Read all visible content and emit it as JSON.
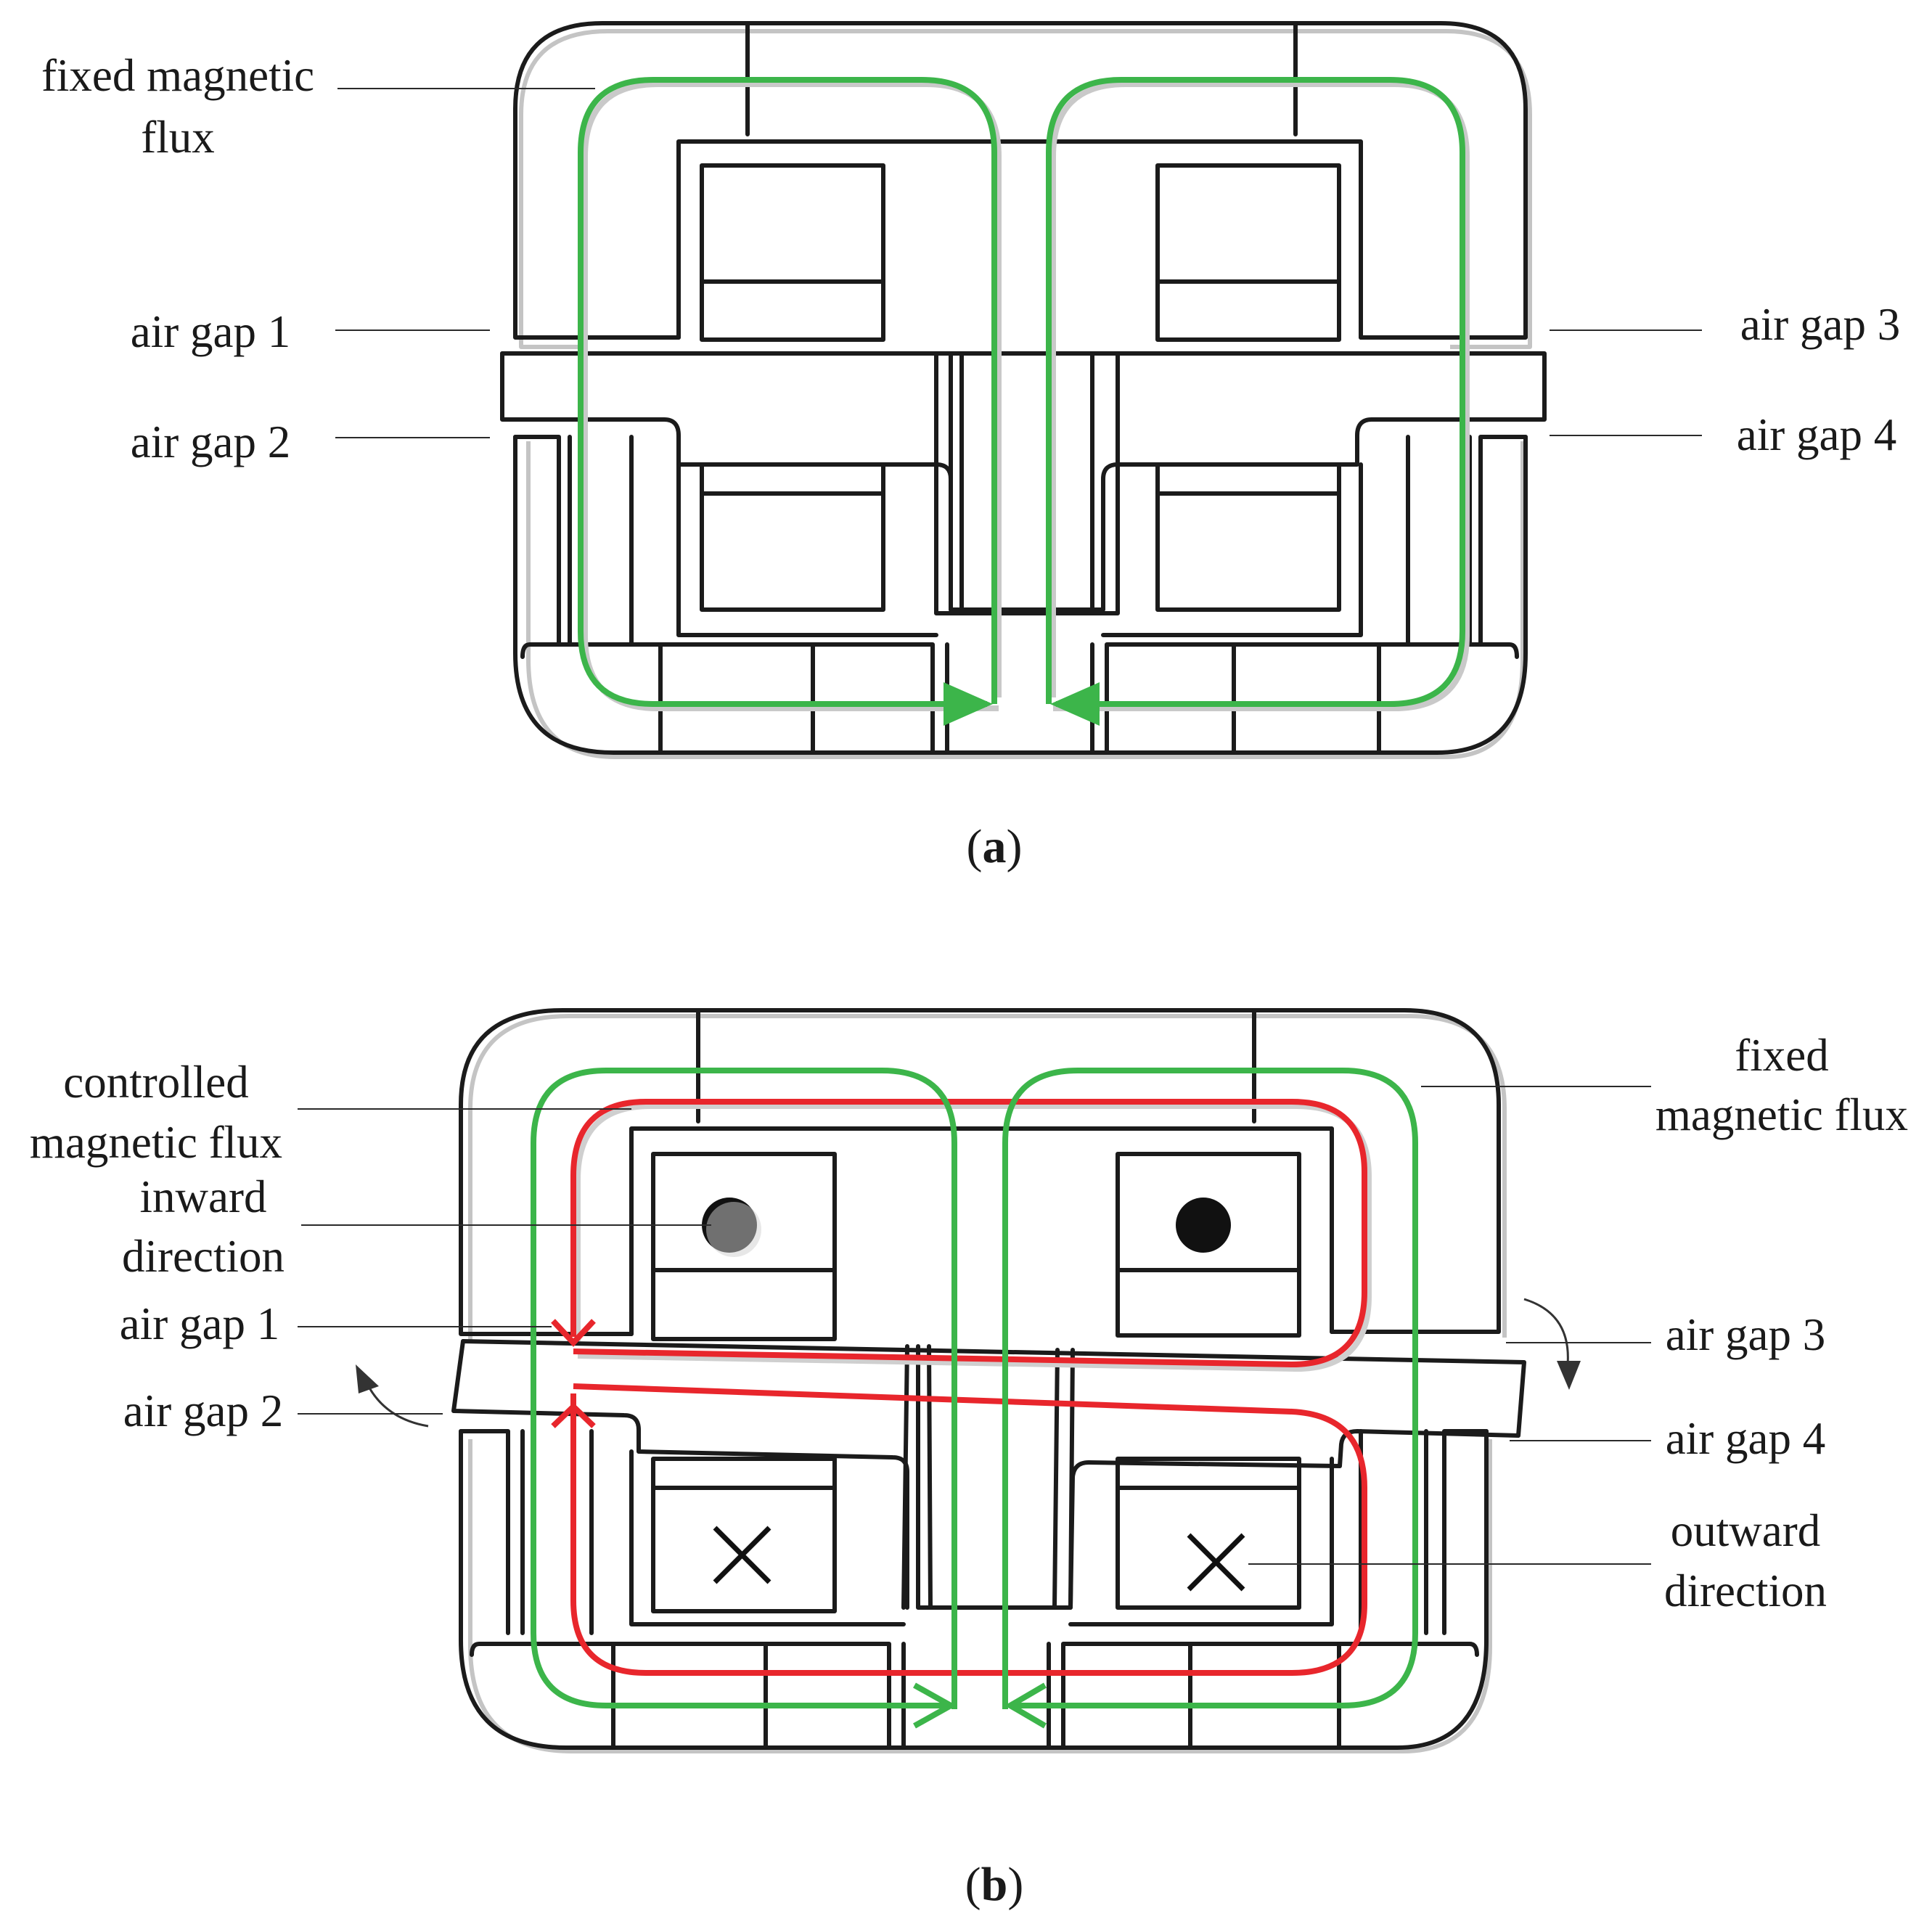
{
  "panel_a": {
    "caption": {
      "open": "(",
      "letter": "a",
      "close": ")"
    },
    "labels": {
      "fixed_flux_line1": "fixed magnetic",
      "fixed_flux_line2": "flux",
      "air_gap_1": "air gap 1",
      "air_gap_2": "air gap 2",
      "air_gap_3": "air gap 3",
      "air_gap_4": "air gap 4"
    }
  },
  "panel_b": {
    "caption": {
      "open": "(",
      "letter": "b",
      "close": ")"
    },
    "labels": {
      "controlled_flux_line1": "controlled",
      "controlled_flux_line2": "magnetic flux",
      "inward_line1": "inward",
      "inward_line2": "direction",
      "air_gap_1": "air gap 1",
      "air_gap_2": "air gap 2",
      "air_gap_3": "air gap 3",
      "air_gap_4": "air gap 4",
      "fixed_flux_line1": "fixed",
      "fixed_flux_line2": "magnetic flux",
      "outward_line1": "outward",
      "outward_line2": "direction"
    }
  },
  "colors": {
    "fixed_flux": "#3cb54a",
    "controlled_flux": "#e8262c",
    "structure": "#1b1b1b"
  },
  "icons": {
    "inward": "dot-current-icon",
    "outward": "cross-current-icon"
  }
}
